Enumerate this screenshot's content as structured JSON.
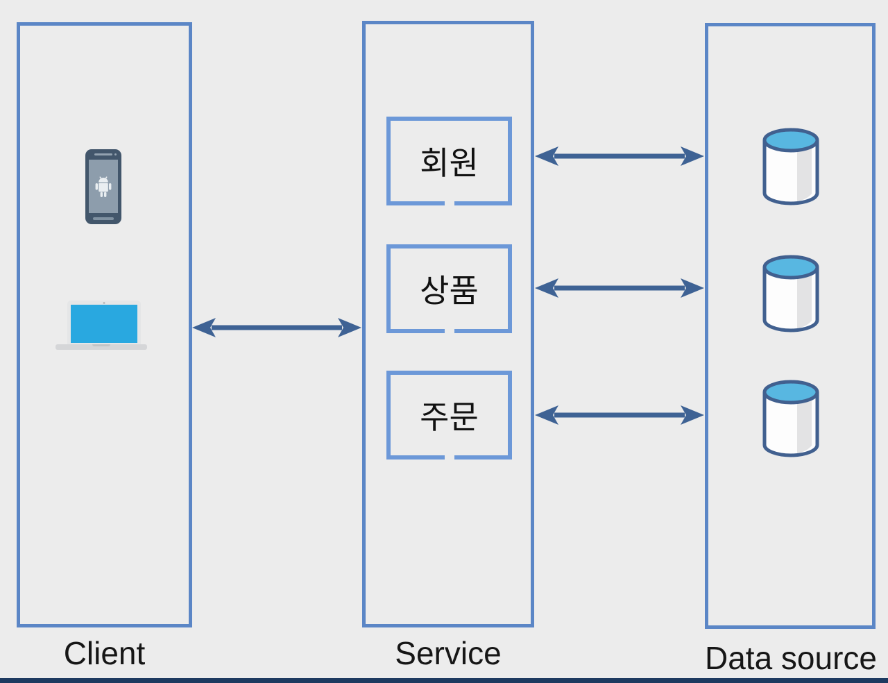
{
  "diagram": {
    "type": "three-tier-architecture",
    "client": {
      "label": "Client",
      "icons": [
        "android-phone-icon",
        "laptop-icon"
      ]
    },
    "service": {
      "label": "Service",
      "modules": [
        {
          "label": "회원"
        },
        {
          "label": "상품"
        },
        {
          "label": "주문"
        }
      ]
    },
    "data_source": {
      "label": "Data source",
      "database_count": 3
    },
    "connections": [
      {
        "from": "Client",
        "to": "Service",
        "bidirectional": true
      },
      {
        "from": "회원",
        "to": "database-1",
        "bidirectional": true
      },
      {
        "from": "상품",
        "to": "database-2",
        "bidirectional": true
      },
      {
        "from": "주문",
        "to": "database-3",
        "bidirectional": true
      }
    ],
    "colors": {
      "background": "#ececec",
      "outer_box_border": "#5b86c6",
      "module_border": "#6c98d8",
      "arrow": "#3e6294",
      "database_top": "#58b7e1",
      "database_outline": "#41608f",
      "laptop_screen": "#29a8e0",
      "phone_body": "#42566b",
      "label_text": "#161616",
      "bottom_bar": "#1d3a60"
    }
  }
}
